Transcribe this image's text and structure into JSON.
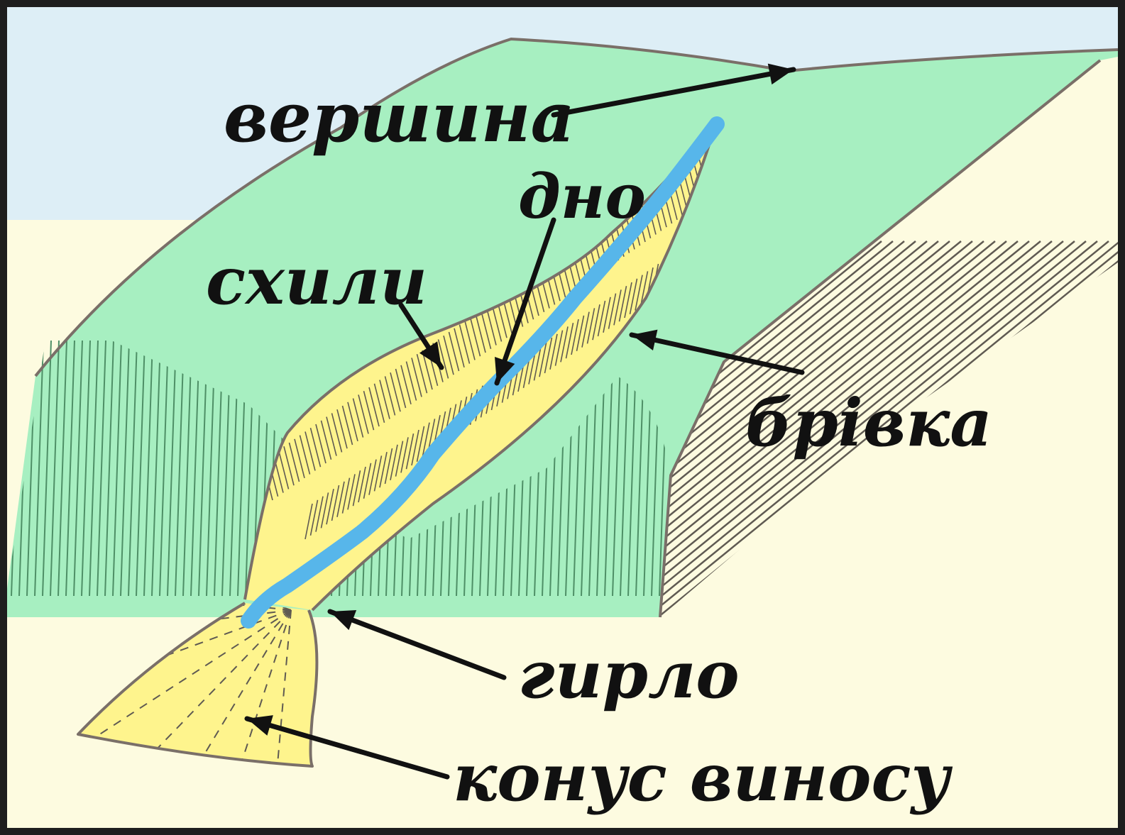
{
  "labels": {
    "top": "вершина",
    "bottom": "дно",
    "slopes": "схили",
    "edge": "брівка",
    "mouth": "гирло",
    "fan": "конус виносу"
  },
  "colors": {
    "frame": "#1e1e1e",
    "sky": "#ddeef6",
    "grass": "#a7efc1",
    "ground": "#fdfbe0",
    "ravine": "#fef48d",
    "stream": "#57b6ea",
    "outline": "#7a6f68",
    "hatch": "#5f5a52",
    "arrow": "#111111"
  }
}
